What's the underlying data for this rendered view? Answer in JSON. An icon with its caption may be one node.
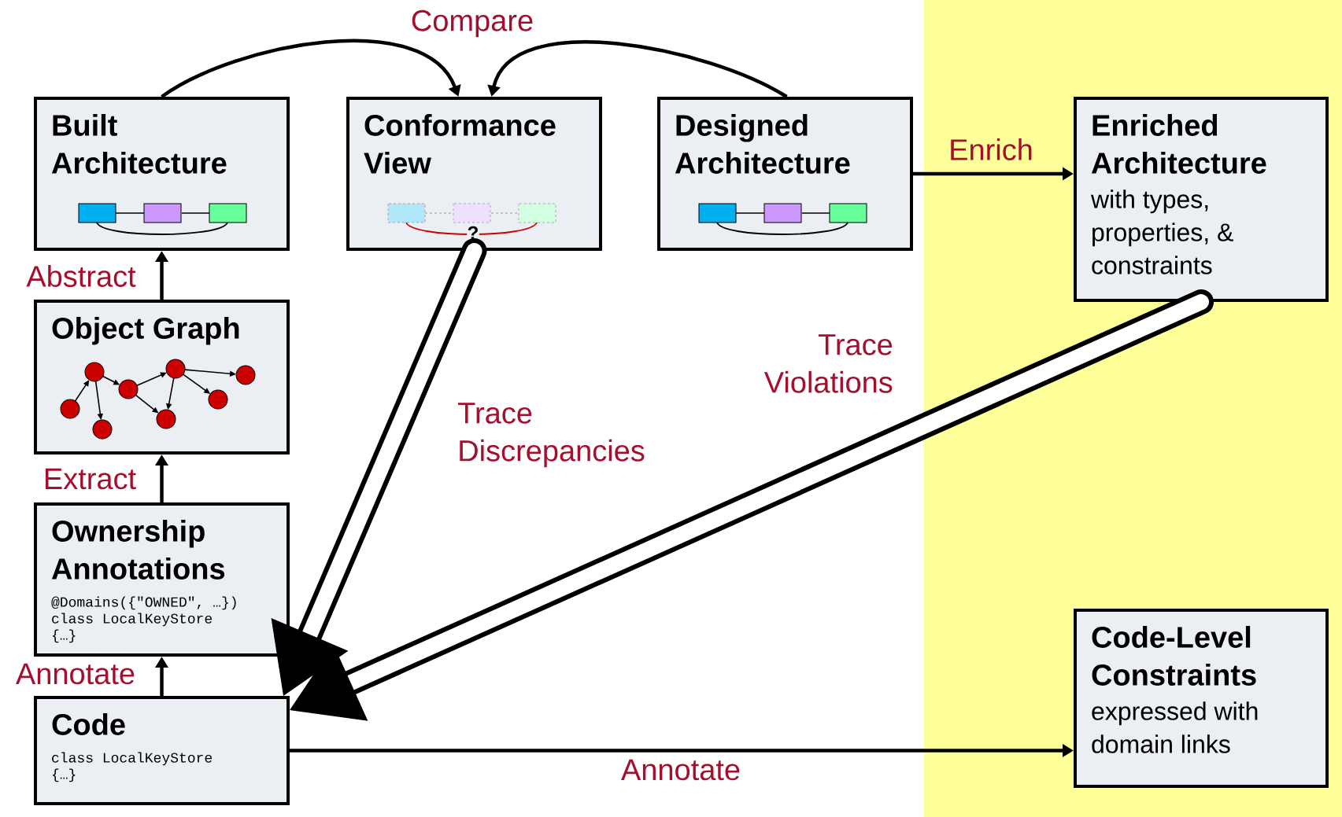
{
  "diagram": {
    "nodes": [
      {
        "text": [
          "Built Architecture"
        ]
      },
      {
        "text": [
          "Conformance View",
          "?"
        ]
      },
      {
        "text": [
          "Designed Architecture"
        ]
      },
      {
        "text": [
          "Enriched Architecture",
          "with types, properties, & constraints"
        ]
      },
      {
        "text": [
          "Object Graph"
        ]
      },
      {
        "text": [
          "Ownership Annotations",
          "@Domains({\"OWNED\", …}) class LocalKeyStore {…}"
        ]
      },
      {
        "text": [
          "Code",
          "class LocalKeyStore {…}"
        ]
      },
      {
        "text": [
          "Code-Level Constraints",
          "expressed with domain links"
        ]
      }
    ],
    "edges": [
      {
        "from": 0,
        "to": 1,
        "arrow": "to",
        "label": "Compare"
      },
      {
        "from": 2,
        "to": 1,
        "arrow": "to"
      },
      {
        "from": 2,
        "to": 3,
        "arrow": "to",
        "label": "Enrich"
      },
      {
        "from": 4,
        "to": 0,
        "arrow": "to",
        "label": "Abstract"
      },
      {
        "from": 5,
        "to": 4,
        "arrow": "to",
        "label": "Extract"
      },
      {
        "from": 6,
        "to": 5,
        "arrow": "to",
        "label": "Annotate"
      },
      {
        "from": 6,
        "to": 7,
        "arrow": "to",
        "label": "Annotate"
      },
      {
        "from": 1,
        "to": 6,
        "arrow": "to",
        "label": "Trace Discrepancies",
        "style": "thick"
      },
      {
        "from": 3,
        "to": 6,
        "arrow": "to",
        "label": "Trace Violations",
        "style": "thick"
      }
    ]
  }
}
